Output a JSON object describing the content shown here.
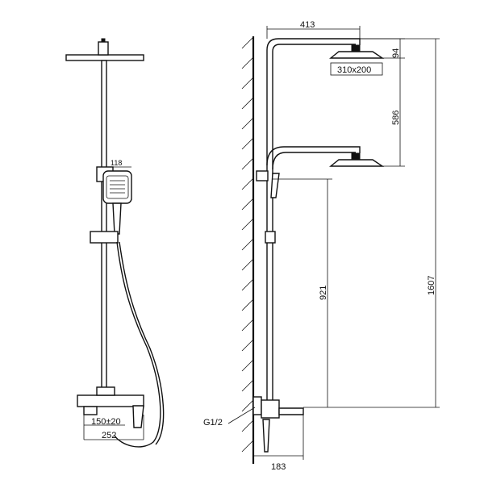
{
  "front_view": {
    "dims": {
      "handshower_width": "118",
      "spout_center": "150±20",
      "total_width": "252"
    }
  },
  "side_view": {
    "dims": {
      "top_reach": "413",
      "head_height": "94",
      "head_size": "310x200",
      "head_spacing": "586",
      "outlet_to_mid": "921",
      "total_height": "1607",
      "wall_offset": "183",
      "thread": "G1/2"
    }
  }
}
